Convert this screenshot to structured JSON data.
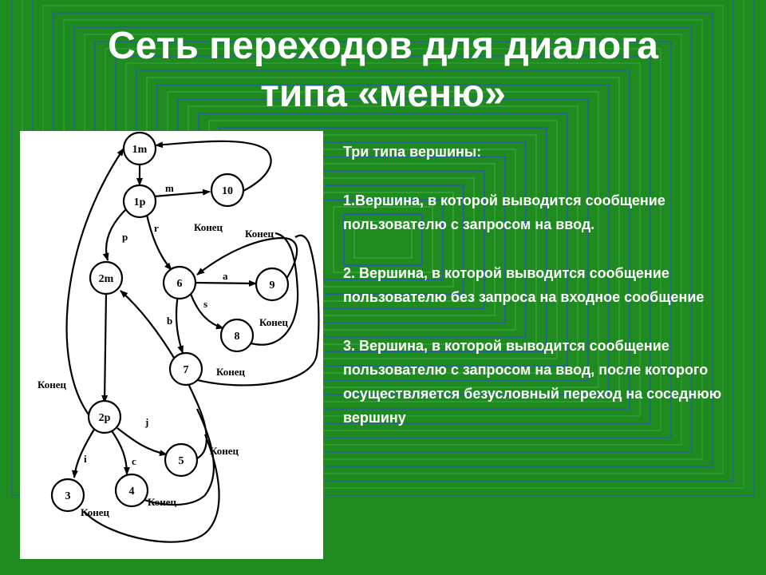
{
  "slide": {
    "title_line1": "Сеть переходов для диалога",
    "title_line2": "типа «меню»",
    "background_color": "#1f8a1f",
    "accent_color": "#2a4fd6"
  },
  "description": {
    "heading": "Три типа вершины:",
    "item1": "1.Вершина, в которой выводится сообщение пользователю с запросом на ввод.",
    "item2": "2. Вершина, в которой выводится сообщение пользователю без запроса на входное сообщение",
    "item3": "3. Вершина, в которой выводится сообщение пользователю с запросом на ввод, после которого осуществляется безусловный переход на соседнюю вершину"
  },
  "diagram": {
    "nodes": {
      "n1m": "1m",
      "n1p": "1p",
      "n10": "10",
      "n2m": "2m",
      "n6": "6",
      "n9": "9",
      "n8": "8",
      "n7": "7",
      "n2p": "2p",
      "n5": "5",
      "n3": "3",
      "n4": "4"
    },
    "edge_labels": {
      "m": "m",
      "r": "r",
      "p": "p",
      "a": "a",
      "s": "s",
      "b": "b",
      "j": "j",
      "i": "i",
      "c": "c",
      "end_10": "Конец",
      "end_9": "Конец",
      "end_8": "Конец",
      "end_7": "Конец",
      "end_2m": "Конец",
      "end_5": "Конец",
      "end_4": "Конец",
      "end_3": "Конец"
    }
  }
}
